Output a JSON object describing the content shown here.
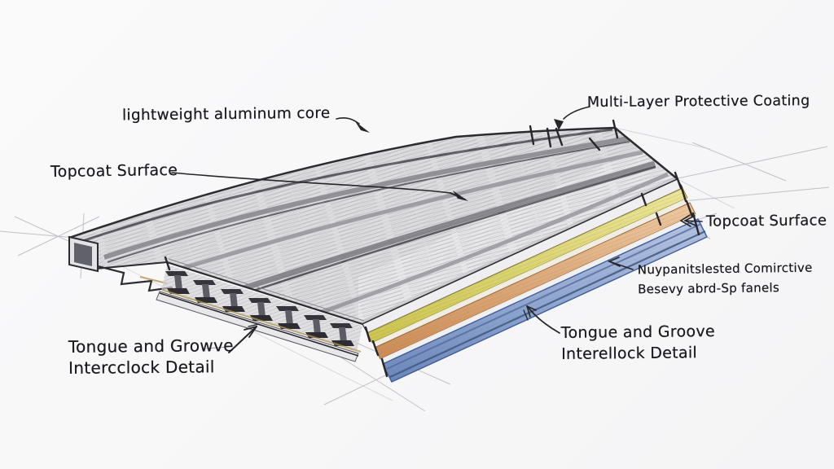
{
  "title": "Annotated concept sketch of a layered aluminum composite panel",
  "style": {
    "background": "#f8f8f9",
    "ink": "#26262a",
    "pencil_gray": "#d8d8db",
    "construction_line": "#b4b4ba"
  },
  "layers": [
    {
      "id": "topcoat-surface",
      "color": "#dddde0"
    },
    {
      "id": "yellow-coating",
      "color": "#d5cd5e"
    },
    {
      "id": "orange-coating",
      "color": "#d6996a"
    },
    {
      "id": "blue-backer",
      "color": "#8da5d0"
    }
  ],
  "labels": {
    "aluminum_core": {
      "text": "lightweight aluminum core"
    },
    "topcoat_left": {
      "text": "Topcoat Surface"
    },
    "multilayer_coating": {
      "text": "Multi-Layer Protective Coating"
    },
    "topcoat_right": {
      "text": "Topcoat Surface"
    },
    "handwritten_note": {
      "line1": "Nuypanitslested Comirctive",
      "line2": "Besevy abrd-Sp fanels"
    },
    "tongue_groove_left": {
      "line1": "Tongue and Growve",
      "line2": "Intercclock Detail"
    },
    "tongue_groove_right": {
      "line1": "Tongue and Groove",
      "line2": "Interellock Detail"
    }
  }
}
